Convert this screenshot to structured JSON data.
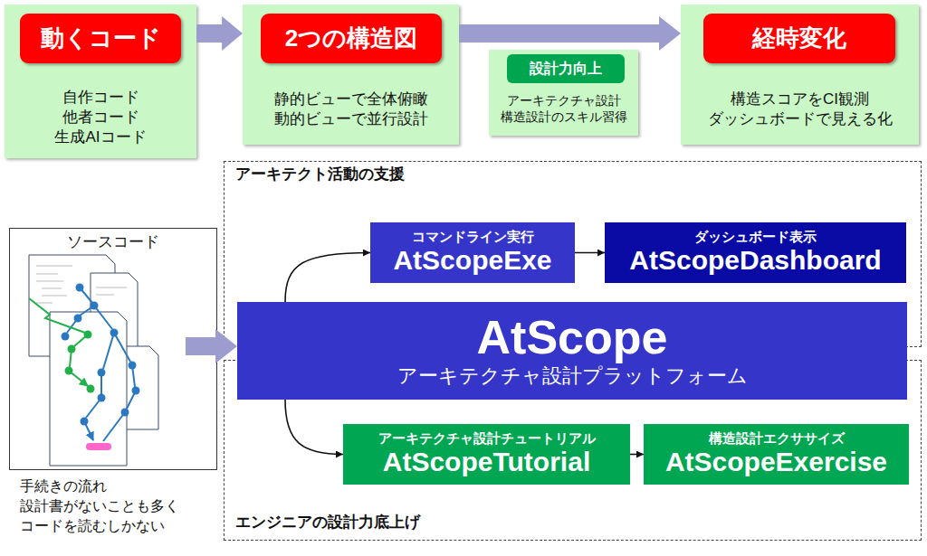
{
  "diagram": {
    "nodes": [
      {
        "text": [
          "自作コード 他者コード 生成AIコード"
        ]
      },
      {
        "text": [
          "動くコード"
        ],
        "in": 0
      },
      {
        "text": [
          "静的ビューで全体俯瞰 動的ビューで並行設計"
        ]
      },
      {
        "text": [
          "2つの構造図"
        ],
        "in": 2
      },
      {
        "text": [
          "アーキテクチャ設計 構造設計のスキル習得"
        ]
      },
      {
        "text": [
          "設計力向上"
        ],
        "in": 4
      },
      {
        "text": [
          "構造スコアをCI観測 ダッシュボードで見える化"
        ]
      },
      {
        "text": [
          "経時変化"
        ],
        "in": 6
      },
      {
        "text": [
          "アーキテクト活動の支援"
        ]
      },
      {
        "text": [
          "コマンドライン実行",
          "AtScopeExe"
        ],
        "in": 8
      },
      {
        "text": [
          "ダッシュボード表示",
          "AtScopeDashboard"
        ],
        "in": 8
      },
      {
        "text": [
          "ソースコード"
        ]
      },
      {
        "text": [
          "AtScope",
          "アーキテクチャ設計プラットフォーム"
        ]
      },
      {
        "text": [
          "エンジニアの設計力底上げ"
        ]
      },
      {
        "text": [
          "アーキテクチャ設計チュートリアル",
          "AtScopeTutorial"
        ],
        "in": 13
      },
      {
        "text": [
          "構造設計エクササイズ",
          "AtScopeExercise"
        ],
        "in": 13
      }
    ],
    "edges": [
      {
        "from": 0,
        "to": 2,
        "arrow": "to"
      },
      {
        "from": 2,
        "to": 6,
        "arrow": "to"
      },
      {
        "from": 11,
        "to": 12,
        "arrow": "to"
      },
      {
        "from": 12,
        "to": 9,
        "arrow": "to"
      },
      {
        "from": 9,
        "to": 10,
        "arrow": "to"
      },
      {
        "from": 12,
        "to": 14,
        "arrow": "to"
      },
      {
        "from": 14,
        "to": 15,
        "arrow": "to"
      }
    ],
    "labels": [
      "手続きの流れ 設計書がないことも多く コードを読むしかない"
    ]
  }
}
